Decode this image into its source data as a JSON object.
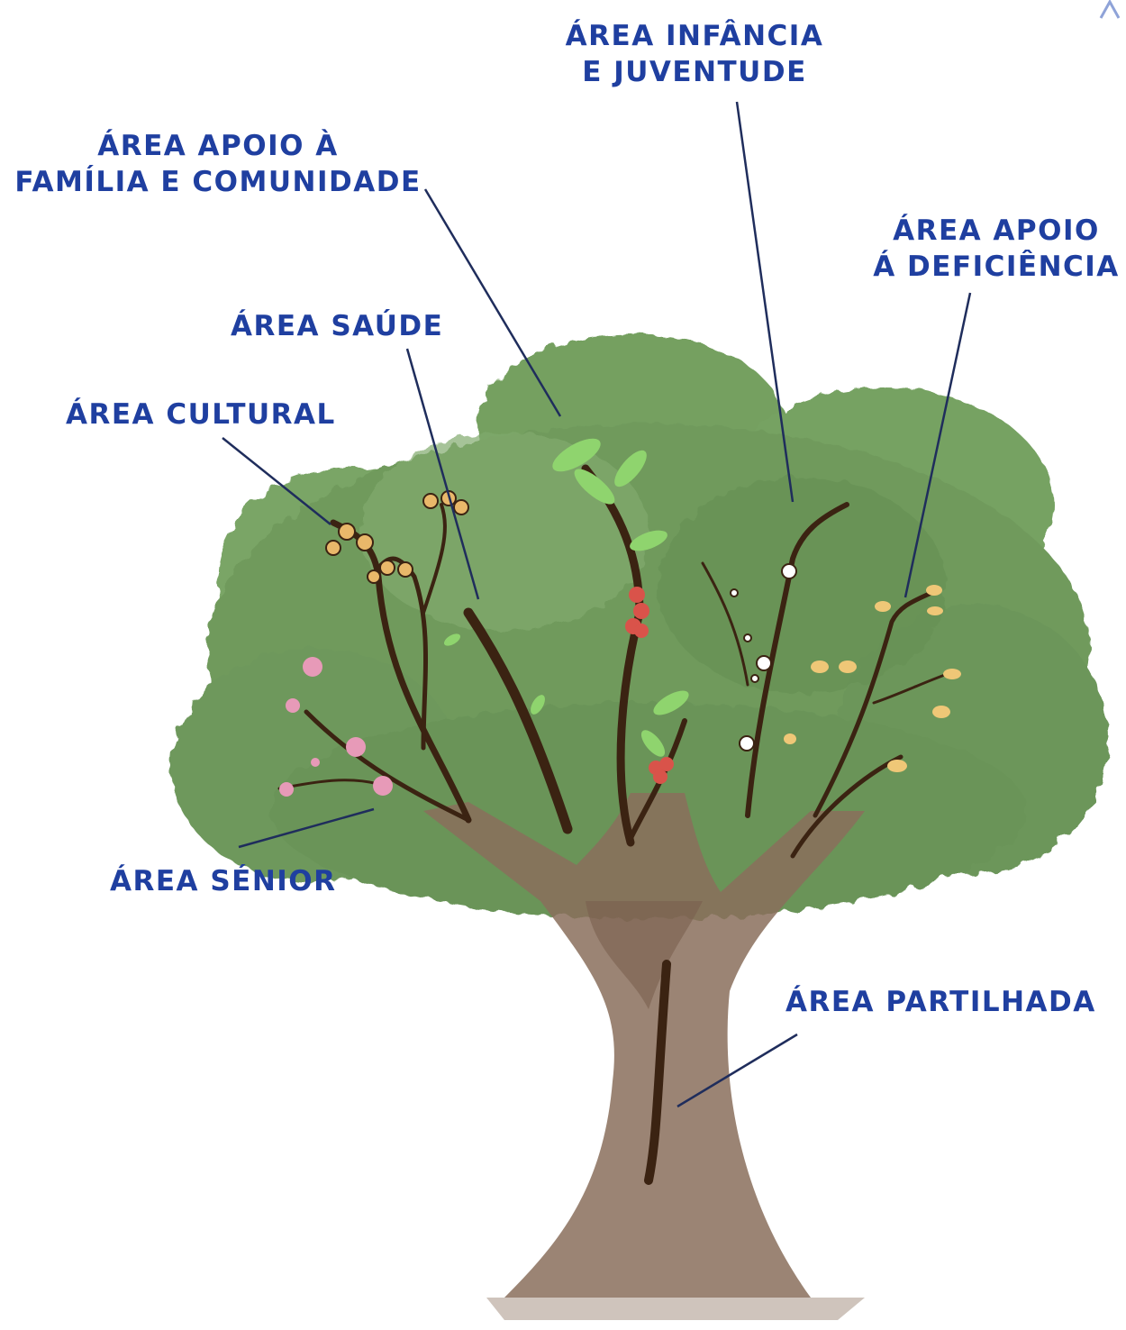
{
  "labels": {
    "infancia": [
      "Área Infância",
      "e Juventude"
    ],
    "familia": [
      "Área Apoio à",
      "Família e Comunidade"
    ],
    "deficiencia": [
      "Área Apoio",
      "á Deficiência"
    ],
    "saude": "Área Saúde",
    "cultural": "Área Cultural",
    "senior": "Área Sénior",
    "partilhada": "Área Partilhada"
  },
  "colors": {
    "label": "#1f3fa0",
    "line": "#1f2d5c",
    "canopy": "#6f9a5c",
    "trunk": "#8a6f5c",
    "branch": "#3b2312"
  }
}
